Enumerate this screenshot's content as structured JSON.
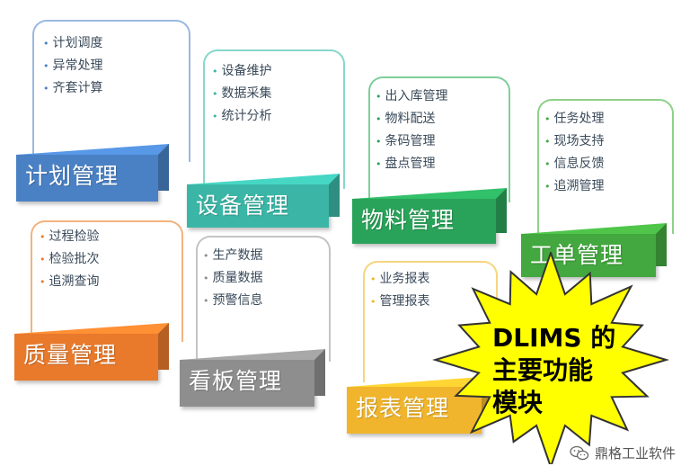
{
  "modules": [
    {
      "id": "plan",
      "title": "计划管理",
      "color": "#4a81c4",
      "border": "#9bb9e0",
      "items": [
        "计划调度",
        "异常处理",
        "齐套计算"
      ]
    },
    {
      "id": "equipment",
      "title": "设备管理",
      "color": "#3bb6a6",
      "border": "#86d8cc",
      "items": [
        "设备维护",
        "数据采集",
        "统计分析"
      ]
    },
    {
      "id": "material",
      "title": "物料管理",
      "color": "#2aa35a",
      "border": "#7fcf9b",
      "items": [
        "出入库管理",
        "物料配送",
        "条码管理",
        "盘点管理"
      ]
    },
    {
      "id": "workorder",
      "title": "工单管理",
      "color": "#43a83f",
      "border": "#8fd08b",
      "items": [
        "任务处理",
        "现场支持",
        "信息反馈",
        "追溯管理"
      ]
    },
    {
      "id": "quality",
      "title": "质量管理",
      "color": "#e97a2c",
      "border": "#f2b27f",
      "items": [
        "过程检验",
        "检验批次",
        "追溯查询"
      ]
    },
    {
      "id": "dashboard",
      "title": "看板管理",
      "color": "#8e8e8e",
      "border": "#c4c4c4",
      "items": [
        "生产数据",
        "质量数据",
        "预警信息"
      ]
    },
    {
      "id": "report",
      "title": "报表管理",
      "color": "#f0b52c",
      "border": "#f6d57f",
      "items": [
        "业务报表",
        "管理报表"
      ]
    }
  ],
  "starburst": {
    "lines": [
      "DLIMS 的",
      "主要功能",
      "模块"
    ],
    "fill": "#ffff00",
    "stroke": "#333333"
  },
  "watermark": {
    "icon": "wechat-icon",
    "text": "鼎格工业软件"
  }
}
